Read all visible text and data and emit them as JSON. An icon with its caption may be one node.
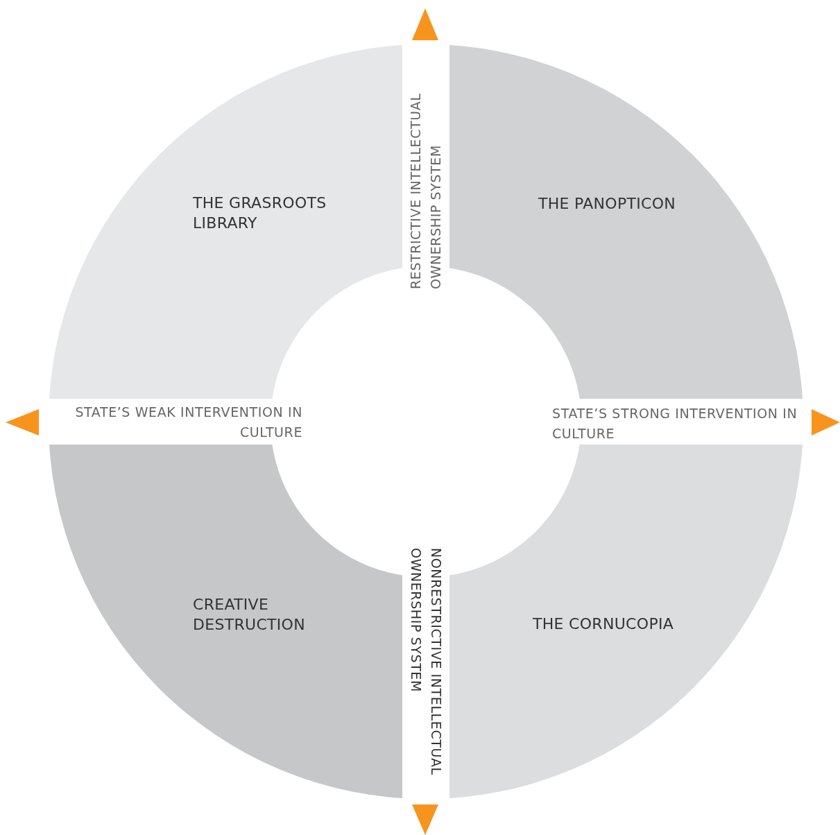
{
  "diagram": {
    "nodes": [
      {
        "text": [
          "THE GRASROOTS LIBRARY"
        ]
      },
      {
        "text": [
          "THE PANOPTICON"
        ]
      },
      {
        "text": [
          "CREATIVE DESTRUCTION"
        ]
      },
      {
        "text": [
          "THE CORNUCOPIA"
        ]
      }
    ],
    "labels": [
      "RESTRICTIVE INTELLECTUAL OWNERSHIP SYSTEM",
      "STATE’S WEAK INTERVENTION IN CULTURE",
      "STATE’S STRONG INTERVENTION IN CULTURE",
      "NONRESTRICTIVE INTELLECTUAL OWNERSHIP SYSTEM"
    ]
  }
}
